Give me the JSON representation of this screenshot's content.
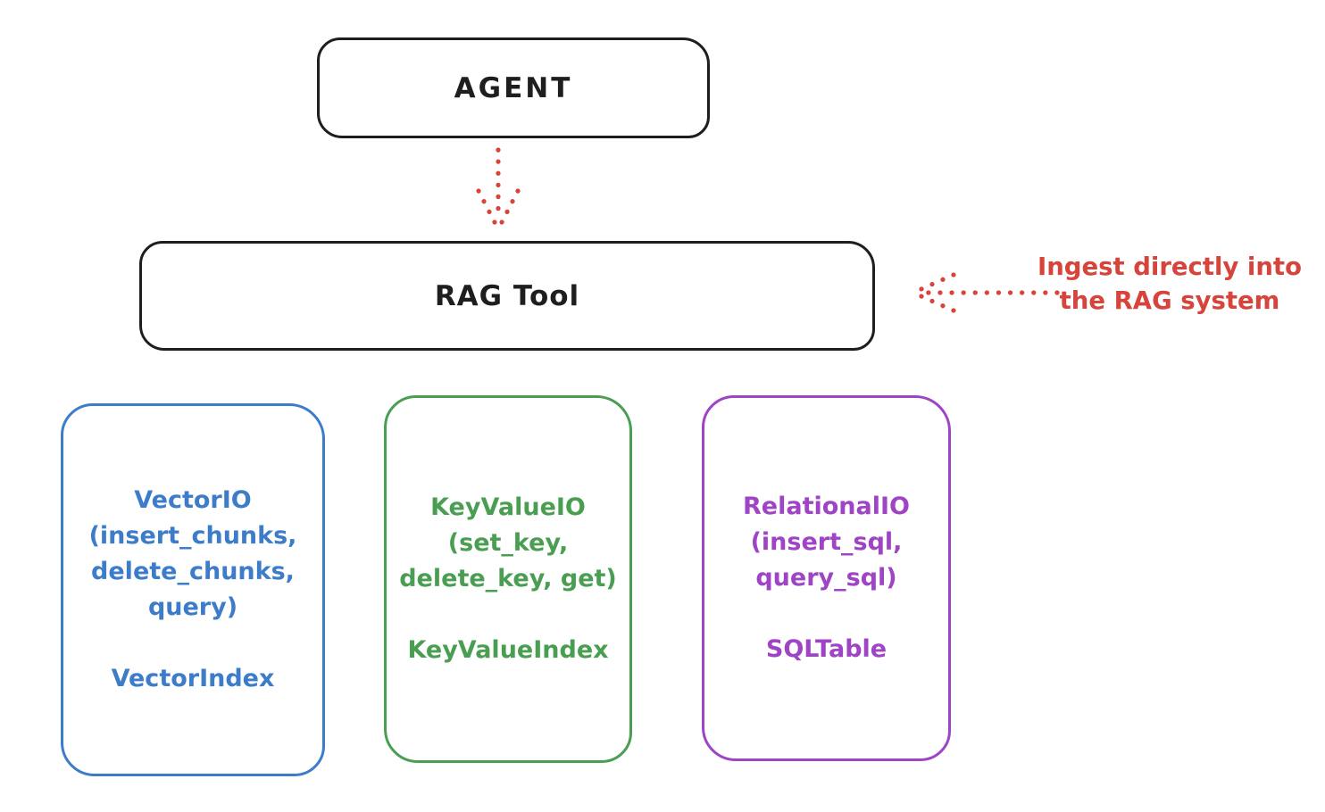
{
  "agent": {
    "label": "AGENT"
  },
  "rag_tool": {
    "label": "RAG Tool"
  },
  "annotation": {
    "line1": "Ingest directly into",
    "line2": "the RAG system"
  },
  "backends": [
    {
      "id": "vector-io",
      "lines": [
        "VectorIO",
        "(insert_chunks,",
        "delete_chunks,",
        "query)"
      ],
      "index_label": "VectorIndex",
      "color": "#3d7cc9"
    },
    {
      "id": "keyvalue-io",
      "lines": [
        "KeyValueIO",
        "(set_key,",
        "delete_key, get)"
      ],
      "index_label": "KeyValueIndex",
      "color": "#4a9e52"
    },
    {
      "id": "relational-io",
      "lines": [
        "RelationalIO",
        "(insert_sql,",
        "query_sql)"
      ],
      "index_label": "SQLTable",
      "color": "#9e44c5"
    }
  ],
  "colors": {
    "ink": "#1e1e1e",
    "accent_red": "#d6443c",
    "vector_blue": "#3d7cc9",
    "keyvalue_green": "#4a9e52",
    "relational_purple": "#9e44c5",
    "background": "#ffffff"
  }
}
